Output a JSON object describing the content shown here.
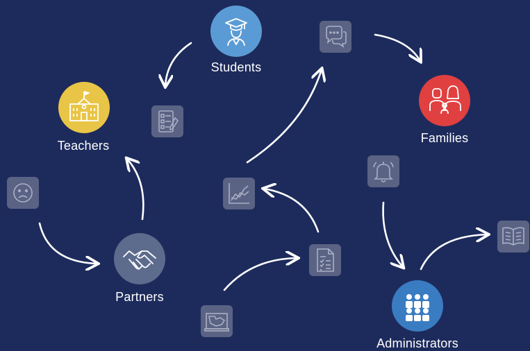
{
  "nodes": {
    "students": {
      "label": "Students",
      "color": "#5b9bd5",
      "icon": "graduate-icon"
    },
    "teachers": {
      "label": "Teachers",
      "color": "#e9c547",
      "icon": "school-building-icon"
    },
    "families": {
      "label": "Families",
      "color": "#e04040",
      "icon": "family-icon"
    },
    "partners": {
      "label": "Partners",
      "color": "#5d6b8d",
      "icon": "handshake-icon"
    },
    "administrators": {
      "label": "Administrators",
      "color": "#3a7cc1",
      "icon": "people-group-icon"
    }
  },
  "tiles": [
    "chat-bubbles-icon",
    "checklist-icon",
    "sad-face-icon",
    "line-chart-icon",
    "bell-icon",
    "document-checklist-icon",
    "open-book-icon",
    "map-icon"
  ],
  "colors": {
    "background": "#1d2b5c",
    "tile": "#5a6384",
    "arrow": "#ffffff"
  }
}
